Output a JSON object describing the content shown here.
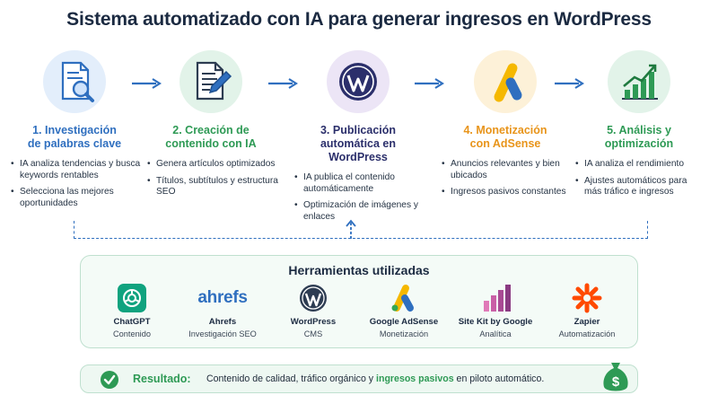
{
  "title": "Sistema automatizado con IA para generar ingresos en WordPress",
  "colors": {
    "blue": "#2f6fbf",
    "green": "#2e9a55",
    "orange": "#e8941a",
    "dark": "#1b2a41"
  },
  "steps": [
    {
      "title_line1": "1. Investigación",
      "title_line2": "de palabras clave",
      "icon": "search-document-icon",
      "bullets": [
        "IA analiza tendencias y busca keywords rentables",
        "Selecciona las mejores oportunidades"
      ]
    },
    {
      "title_line1": "2. Creación de",
      "title_line2": "contenido con IA",
      "icon": "document-pen-icon",
      "bullets": [
        "Genera artículos optimizados",
        "Títulos, subtítulos y estructura SEO"
      ]
    },
    {
      "title_line1": "3. Publicación",
      "title_line2": "automática en WordPress",
      "icon": "wordpress-icon",
      "bullets": [
        "IA publica el contenido automáticamente",
        "Optimización de imágenes y enlaces"
      ]
    },
    {
      "title_line1": "4. Monetización",
      "title_line2": "con AdSense",
      "icon": "adsense-icon",
      "bullets": [
        "Anuncios relevantes y bien ubicados",
        "Ingresos pasivos constantes"
      ]
    },
    {
      "title_line1": "5. Análisis y",
      "title_line2": "optimización",
      "icon": "growth-chart-icon",
      "bullets": [
        "IA analiza el rendimiento",
        "Ajustes automáticos para más tráfico e ingresos"
      ]
    }
  ],
  "tools": {
    "title": "Herramientas utilizadas",
    "items": [
      {
        "name": "ChatGPT",
        "desc": "Contenido",
        "icon": "chatgpt-icon"
      },
      {
        "name": "Ahrefs",
        "desc": "Investigación SEO",
        "icon": "ahrefs-logo"
      },
      {
        "name": "WordPress",
        "desc": "CMS",
        "icon": "wordpress-icon"
      },
      {
        "name": "Google AdSense",
        "desc": "Monetización",
        "icon": "adsense-icon"
      },
      {
        "name": "Site Kit by Google",
        "desc": "Analítica",
        "icon": "bar-chart-icon"
      },
      {
        "name": "Zapier",
        "desc": "Automatización",
        "icon": "zapier-icon"
      }
    ],
    "ahrefs_logo_text": "ahrefs"
  },
  "result": {
    "label": "Resultado:",
    "text_part1": "Contenido de calidad, tráfico orgánico y ",
    "highlight": "ingresos pasivos",
    "text_part2": " en piloto automático."
  }
}
